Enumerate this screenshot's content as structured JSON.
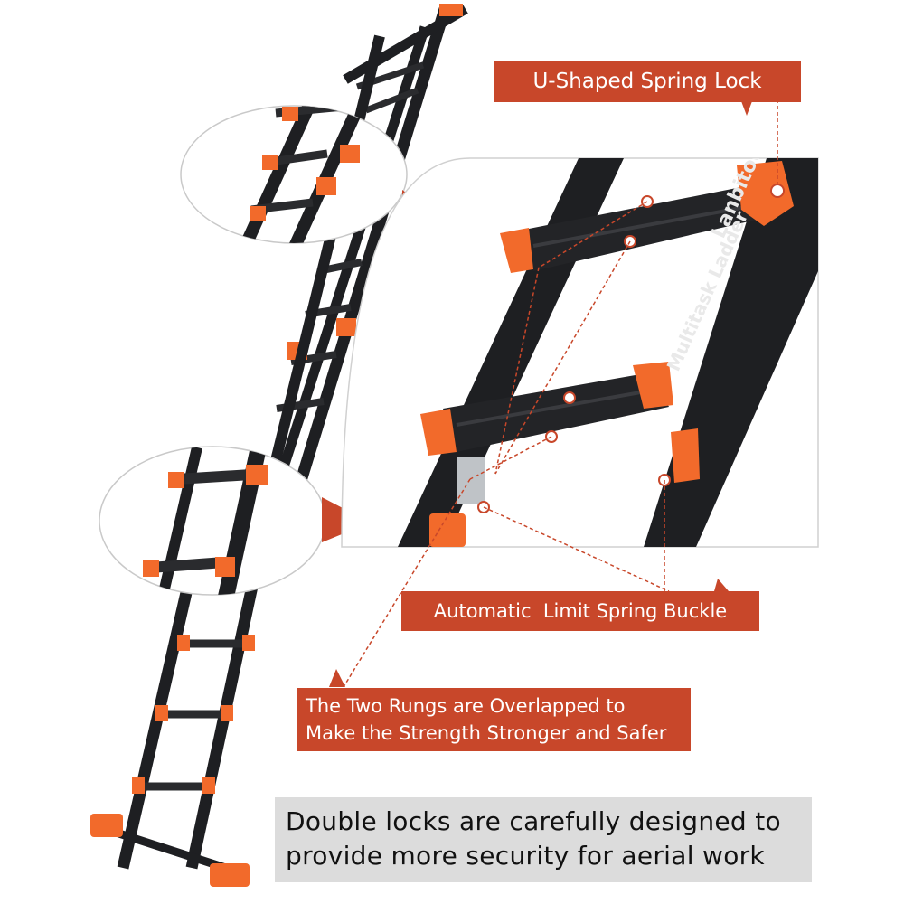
{
  "colors": {
    "accent": "#c8472a",
    "orange": "#f26a2b",
    "frame": "#1e1f22",
    "caption_bg": "#dcdcdc"
  },
  "callouts": {
    "u_lock": "U-Shaped Spring Lock",
    "auto_buckle": "Automatic  Limit Spring Buckle",
    "rungs_line1": "The Two Rungs are Overlapped to",
    "rungs_line2": "Make the Strength Stronger and Safer"
  },
  "caption": {
    "line1": "Double locks are carefully designed to",
    "line2": "provide more security for aerial work"
  },
  "brand_label": "Lanbitou",
  "brand_sub": "Multitask Ladder"
}
